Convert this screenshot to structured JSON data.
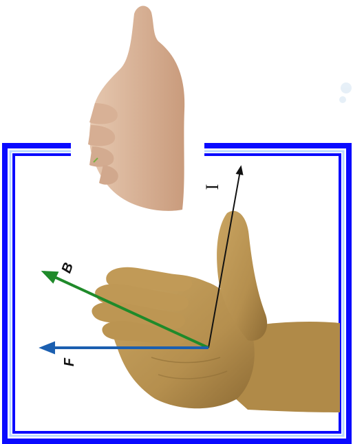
{
  "diagram": {
    "labels": {
      "current": "I",
      "field": "B",
      "force": "F"
    },
    "colors": {
      "frame_blue": "#0a0aff",
      "current_arrow": "#111111",
      "field_arrow": "#1f8a2a",
      "force_arrow": "#1b5fb0",
      "palm_skin": "#c9a461",
      "thumbsup_skin": "#e2bfa4"
    },
    "icons": {
      "top_image": "thumbs-up-hand",
      "main_image": "open-right-hand-palm"
    }
  }
}
